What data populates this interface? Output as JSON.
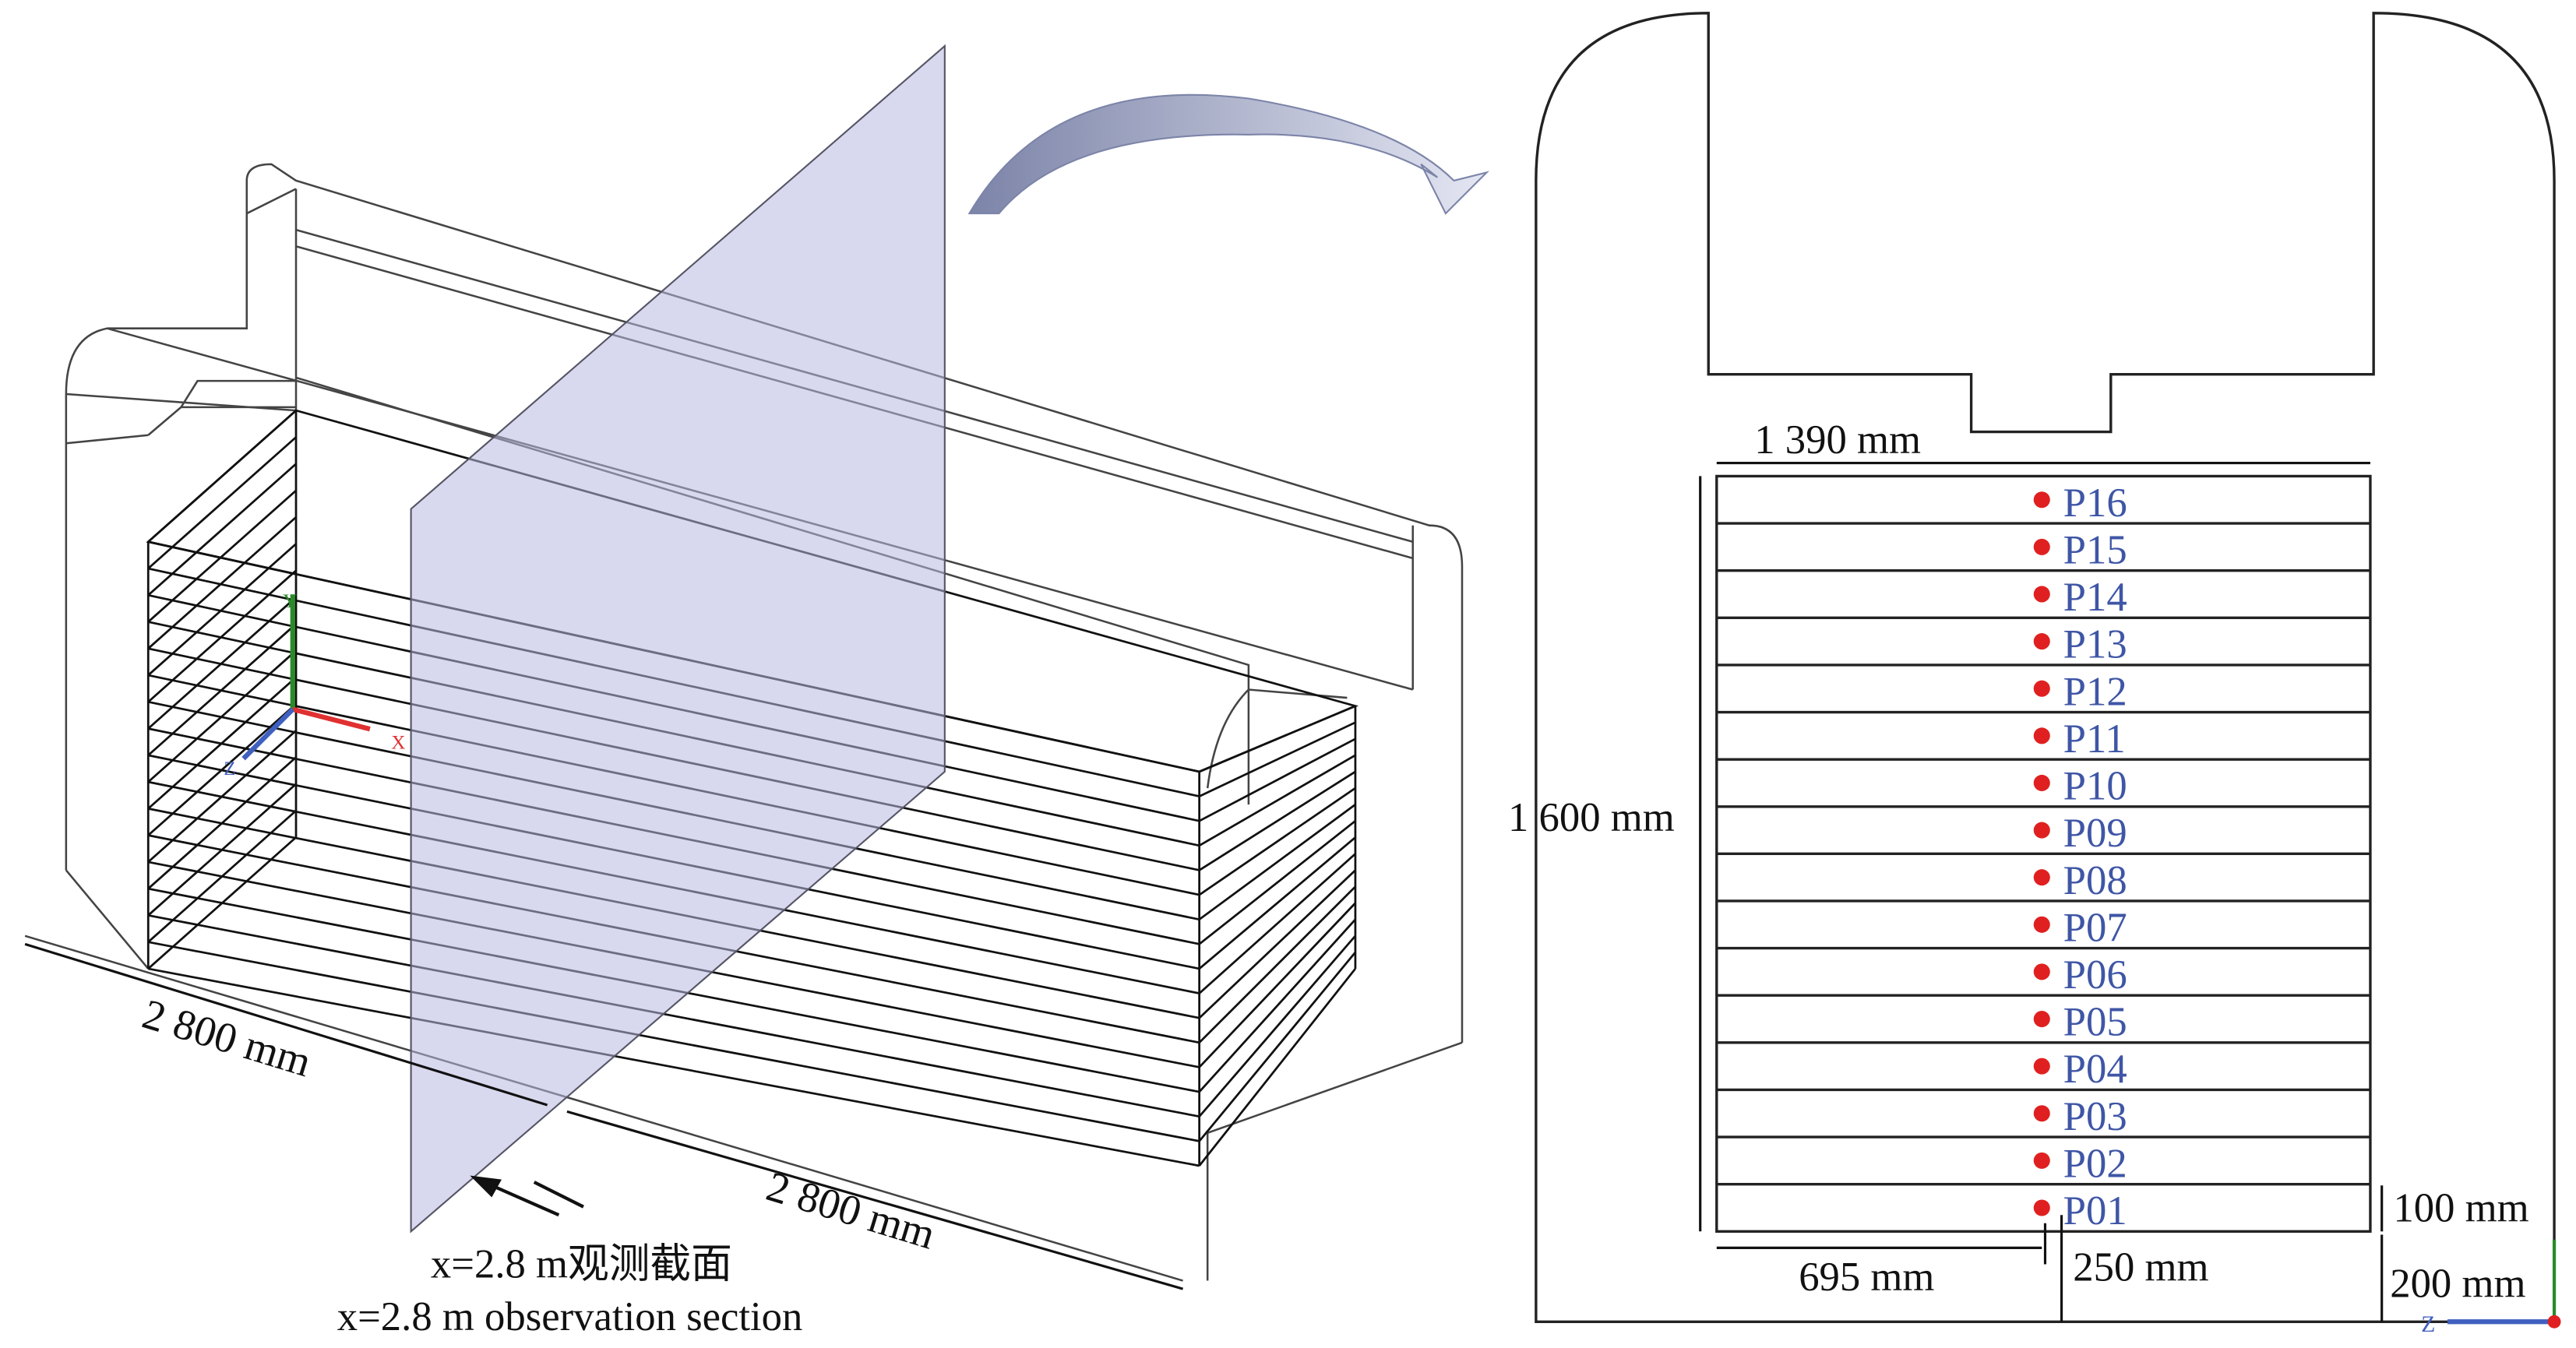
{
  "left_view": {
    "dim_a": "2 800 mm",
    "dim_b": "2 800 mm",
    "section_cn": "x=2.8 m观测截面",
    "section_en": "x=2.8 m observation section",
    "axes": {
      "x": "X",
      "y": "Y",
      "z": "Z"
    }
  },
  "right_view": {
    "width_dim": "1 390 mm",
    "height_dim": "1 600 mm",
    "half_width_dim": "695 mm",
    "point_height_dim": "250 mm",
    "layer_dim": "100 mm",
    "base_dim": "200 mm",
    "axis_z": "Z",
    "points": [
      "P16",
      "P15",
      "P14",
      "P13",
      "P12",
      "P11",
      "P10",
      "P09",
      "P08",
      "P07",
      "P06",
      "P05",
      "P04",
      "P03",
      "P02",
      "P01"
    ]
  },
  "colors": {
    "point": "#e02020",
    "label": "#3f56a6",
    "plane": "#b8b8e0",
    "arrow": "#8c94b8"
  }
}
